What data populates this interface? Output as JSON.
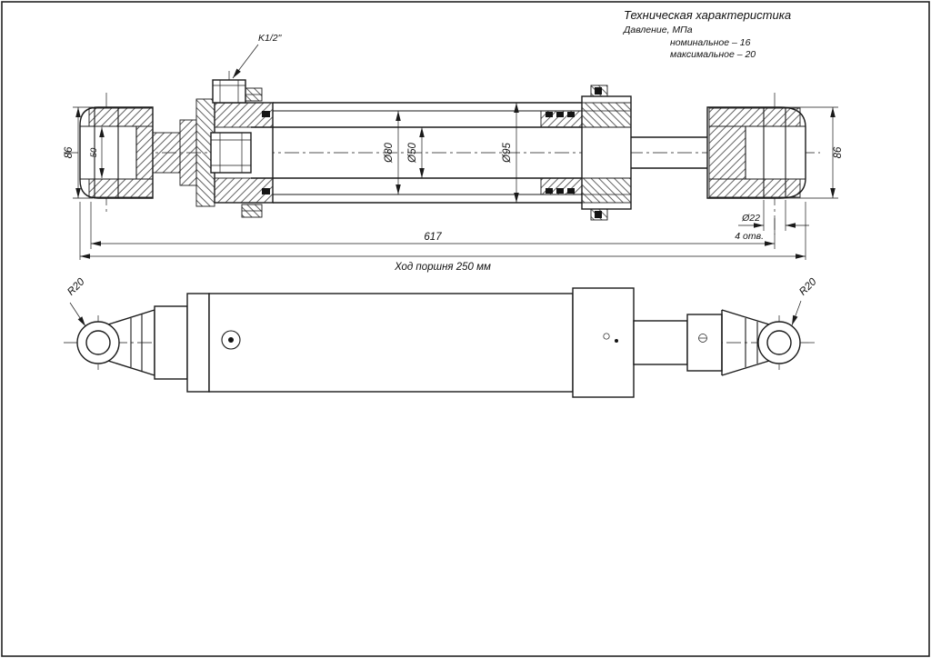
{
  "tech": {
    "title": "Техническая характеристика",
    "pressure_label": "Давление, МПа",
    "nominal": "номинальное – 16",
    "maximal": "максимальное – 20"
  },
  "section_view": {
    "port_thread": "K1/2\"",
    "dim_width_left": "86",
    "dim_slot": "50",
    "dim_bore": "Ø80",
    "dim_rod": "Ø50",
    "dim_tube_od": "Ø95",
    "dim_width_right": "86",
    "dim_hole": "Ø22",
    "dim_hole_count": "4 отв.",
    "dim_length": "617",
    "stroke_note": "Ход поршня 250 мм"
  },
  "external_view": {
    "radius_left": "R20",
    "radius_right": "R20"
  }
}
